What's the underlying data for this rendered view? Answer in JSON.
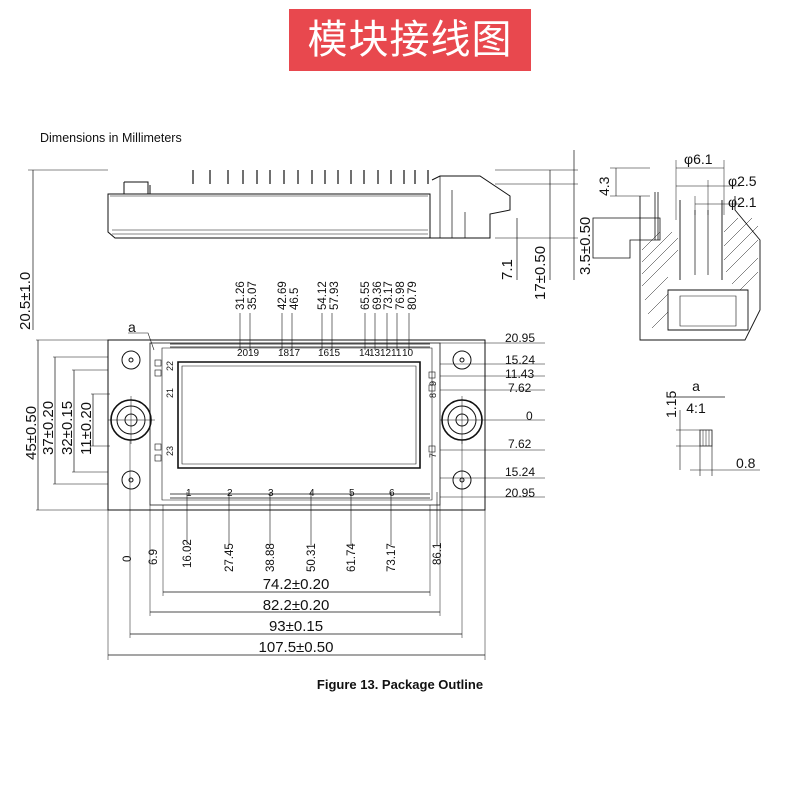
{
  "banner": {
    "title": "模块接线图"
  },
  "header": {
    "units_note": "Dimensions in Millimeters"
  },
  "caption": "Figure 13. Package Outline",
  "side_view": {
    "dims": [
      "3.5±0.50",
      "17±0.50",
      "7.1",
      "20.5±1.0"
    ]
  },
  "top_view": {
    "label_a": "a",
    "top_pins_x": [
      "31.26",
      "35.07",
      "42.69",
      "46.5",
      "54.12",
      "57.93",
      "65.55",
      "69.36",
      "73.17",
      "76.98",
      "80.79"
    ],
    "top_pin_numbers": [
      "20",
      "19",
      "18",
      "17",
      "16",
      "15",
      "14",
      "13",
      "12",
      "11",
      "10"
    ],
    "bottom_pins_x": [
      "16.02",
      "27.45",
      "38.88",
      "50.31",
      "61.74",
      "73.17",
      "86.1"
    ],
    "bottom_pin_numbers": [
      "1",
      "2",
      "3",
      "4",
      "5",
      "6"
    ],
    "left_pin_numbers": [
      "22",
      "21",
      "23"
    ],
    "right_pin_numbers": [
      "7",
      "8",
      "9"
    ],
    "right_y_dims": [
      "20.95",
      "15.24",
      "11.43",
      "7.62",
      "0",
      "7.62",
      "15.24",
      "20.95"
    ],
    "left_y_dims": [
      "45±0.50",
      "37±0.20",
      "32±0.15",
      "11±0.20"
    ],
    "left_x_dims": [
      "0",
      "6.9"
    ],
    "width_dims": [
      "74.2±0.20",
      "82.2±0.20",
      "93±0.15",
      "107.5±0.50"
    ]
  },
  "detail_view": {
    "dims": [
      "φ6.1",
      "φ2.5",
      "φ2.1",
      "4.3"
    ]
  },
  "detail_a": {
    "label": "a",
    "scale": "4:1",
    "dims": [
      "1.15",
      "0.8"
    ]
  }
}
